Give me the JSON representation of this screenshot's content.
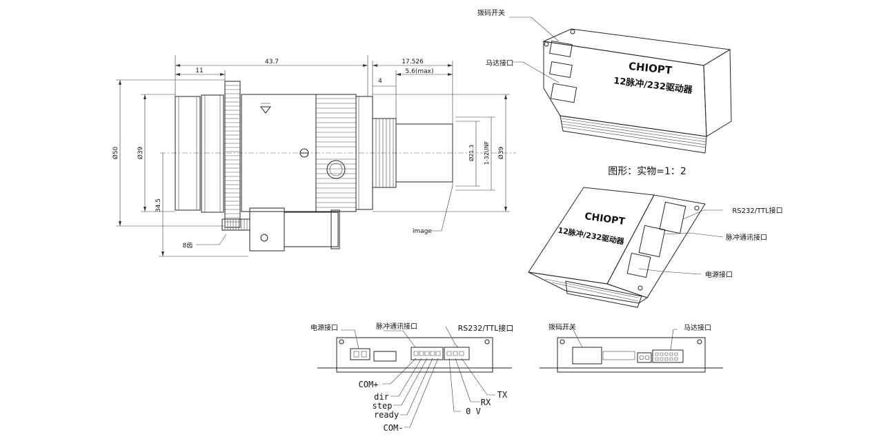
{
  "lens": {
    "dim_overall": "43.7",
    "dim_front": "11",
    "dim_flange": "17.526",
    "dim_max": "5.6(max)",
    "dim_thread_len": "4",
    "dia_outer": "Ø50",
    "dia_body": "Ø39",
    "dia_offset": "34.5",
    "dia_mount": "Ø21.3",
    "thread": "1-32UNF",
    "dia_right": "Ø39",
    "gear_label": "8齿",
    "image_label": "image"
  },
  "driver": {
    "top_labels": {
      "dip_switch": "拨码开关",
      "motor_port": "马达接口"
    },
    "brand": "CHIOPT",
    "model": "12脉冲/232驱动器",
    "scale_note": "图形：实物=1：2",
    "side_labels": {
      "rs232": "RS232/TTL接口",
      "pulse": "脉冲通讯接口",
      "power": "电源接口"
    },
    "front_view": {
      "power": "电源接口",
      "pulse": "脉冲通讯接口",
      "rs232": "RS232/TTL接口",
      "pins": [
        "COM+",
        "dir",
        "step",
        "ready",
        "COM-"
      ],
      "serial_pins": [
        "0 V",
        "RX",
        "TX"
      ]
    },
    "back_view": {
      "dip_switch": "拨码开关",
      "motor_port": "马达接口"
    }
  }
}
